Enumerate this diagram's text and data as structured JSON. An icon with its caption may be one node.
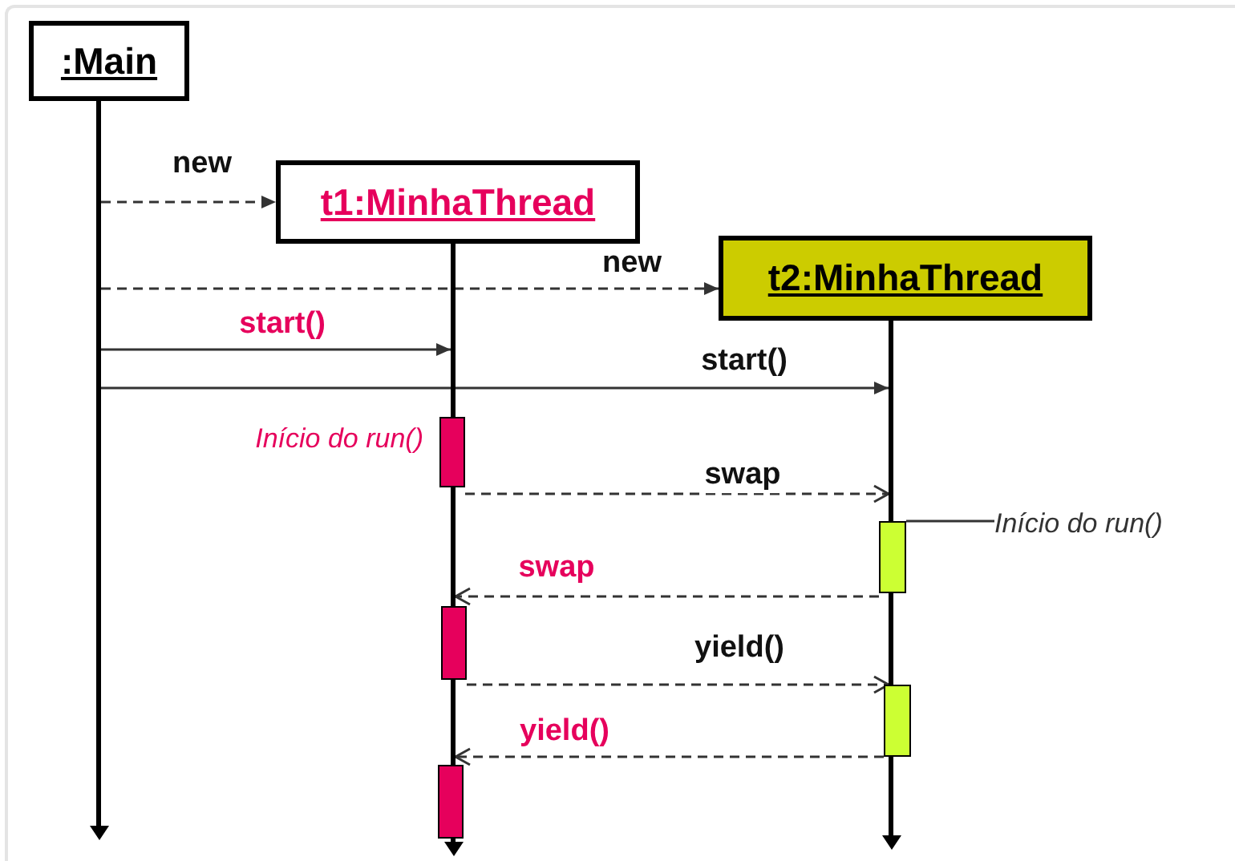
{
  "diagram": {
    "nodes": [
      {
        "text": [
          ":Main"
        ]
      },
      {
        "text": [
          "t1:MinhaThread"
        ]
      },
      {
        "text": [
          "t2:MinhaThread"
        ]
      },
      {
        "text": [],
        "shape": "line"
      },
      {
        "text": [],
        "shape": "line"
      },
      {
        "text": [],
        "shape": "line"
      },
      {
        "text": [],
        "shape": "bar",
        "beside": [
          "Início do run()"
        ]
      },
      {
        "text": [
          "Início do run()"
        ]
      },
      {
        "text": [],
        "shape": "bar"
      },
      {
        "text": [],
        "shape": "bar"
      },
      {
        "text": [],
        "shape": "bar"
      },
      {
        "text": [],
        "shape": "bar"
      }
    ],
    "edges": [
      {
        "from": 3,
        "to": 1,
        "arrow": "to",
        "label": "new",
        "style": "dashed"
      },
      {
        "from": 3,
        "to": 2,
        "arrow": "to",
        "label": "new",
        "style": "dashed"
      },
      {
        "from": 3,
        "to": 4,
        "arrow": "to",
        "label": "start()"
      },
      {
        "from": 3,
        "to": 5,
        "arrow": "to",
        "label": "start()"
      },
      {
        "from": 6,
        "to": 5,
        "arrow": "to",
        "label": "swap",
        "style": "dashed"
      },
      {
        "from": 8,
        "to": 4,
        "arrow": "to",
        "label": "swap",
        "style": "dashed"
      },
      {
        "from": 9,
        "to": 5,
        "arrow": "to",
        "label": "yield()",
        "style": "dashed"
      },
      {
        "from": 10,
        "to": 4,
        "arrow": "to",
        "label": "yield()",
        "style": "dashed"
      },
      {
        "from": 7,
        "to": 8,
        "arrow": "none"
      }
    ]
  }
}
